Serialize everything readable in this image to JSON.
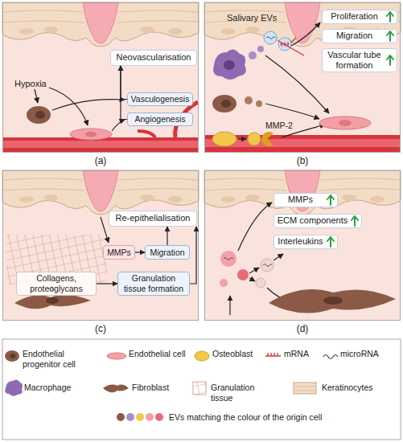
{
  "diagram": {
    "nodes": [
      {
        "text": [
          "(a)"
        ]
      },
      {
        "text": [
          "Neovascularisation"
        ],
        "in": 0
      },
      {
        "text": [
          "Vasculogenesis"
        ],
        "in": 0
      },
      {
        "text": [
          "Angiogenesis"
        ],
        "in": 0
      },
      {
        "text": [
          "(b)"
        ]
      },
      {
        "text": [
          "Proliferation"
        ],
        "in": 4
      },
      {
        "text": [
          "Migration"
        ],
        "in": 4
      },
      {
        "text": [
          "Vascular tube formation"
        ],
        "in": 4
      },
      {
        "text": [
          "(c)"
        ]
      },
      {
        "text": [
          "Re-epithelialisation"
        ],
        "in": 8
      },
      {
        "text": [
          "MMPs"
        ],
        "in": 8
      },
      {
        "text": [
          "Migration"
        ],
        "in": 8
      },
      {
        "text": [
          "Collagens, proteoglycans"
        ],
        "in": 8
      },
      {
        "text": [
          "Granulation tissue formation"
        ],
        "in": 8
      },
      {
        "text": [
          "(d)"
        ]
      },
      {
        "text": [
          "MMPs"
        ],
        "in": 14
      },
      {
        "text": [
          "ECM components"
        ],
        "in": 14
      },
      {
        "text": [
          "Interleukins"
        ],
        "in": 14
      }
    ],
    "edges": [
      {
        "from": 2,
        "to": 1,
        "arrow": "to"
      },
      {
        "from": 3,
        "to": 1,
        "arrow": "to"
      },
      {
        "from": 10,
        "to": 11,
        "arrow": "to"
      },
      {
        "from": 12,
        "to": 13,
        "arrow": "to"
      },
      {
        "from": 11,
        "to": 9,
        "arrow": "to"
      },
      {
        "from": 13,
        "to": 9,
        "arrow": "to"
      }
    ],
    "labels": [
      "Hypoxia",
      "Salivary EVs",
      "MMP-2"
    ],
    "legend": [
      {
        "text": "Endothelial progenitor cell"
      },
      {
        "text": "Endothelial cell"
      },
      {
        "text": "Osteoblast"
      },
      {
        "text": "mRNA"
      },
      {
        "text": "microRNA"
      },
      {
        "text": "Macrophage"
      },
      {
        "text": "Fibroblast"
      },
      {
        "text": "Granulation tissue"
      },
      {
        "text": "Keratinocytes"
      },
      {
        "text": "EVs matching the colour of the origin cell"
      }
    ]
  }
}
